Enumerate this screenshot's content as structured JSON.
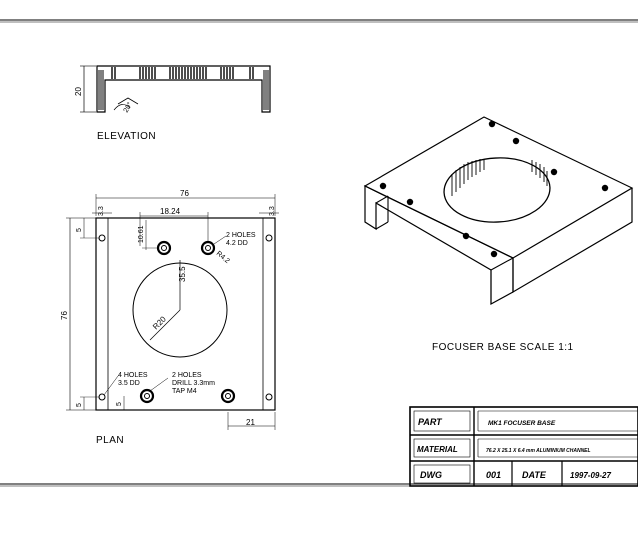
{
  "views": {
    "elevation": "ELEVATION",
    "plan": "PLAN",
    "iso": "FOCUSER BASE SCALE 1:1"
  },
  "elevation_dims": {
    "height": "20",
    "angle": "20°"
  },
  "plan_dims": {
    "width": "76",
    "height": "76",
    "edge_left": "3.3",
    "edge_right": "3.3",
    "top_offset": "5",
    "bottom_offset": "5",
    "bottom_offset_b": "5",
    "hole_span": "18.24",
    "hole_drop": "10.61",
    "r_small": "R4.2",
    "r_big": "R20",
    "center": "35.5",
    "bottom_right": "21"
  },
  "plan_notes": {
    "holes_2_title": "2 HOLES",
    "holes_2_size": "4.2 DD",
    "holes_4_title": "4 HOLES",
    "holes_4_size": "3.5 DD",
    "holes_drill_title": "2 HOLES",
    "holes_drill_spec": "DRILL 3.3mm",
    "holes_drill_tap": "TAP M4"
  },
  "title_block": {
    "part_label": "PART",
    "part_value": "MK1 FOCUSER BASE",
    "material_label": "MATERIAL",
    "material_value": "76.2 X 25.1 X 6.4 mm ALUMINIUM CHANNEL",
    "dwg_label": "DWG",
    "dwg_value": "001",
    "date_label": "DATE",
    "date_value": "1997-09-27"
  }
}
